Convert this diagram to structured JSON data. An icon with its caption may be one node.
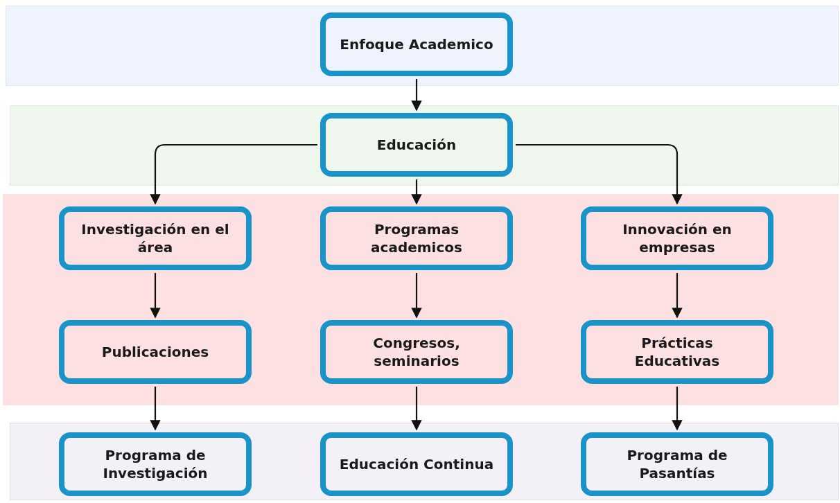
{
  "diagram": {
    "nodes": [
      {
        "text": [
          "Enfoque Academico"
        ]
      },
      {
        "text": [
          "Educación"
        ]
      },
      {
        "text": [
          "Investigación en el área"
        ]
      },
      {
        "text": [
          "Programas academicos"
        ]
      },
      {
        "text": [
          "Innovación en empresas"
        ]
      },
      {
        "text": [
          "Publicaciones"
        ]
      },
      {
        "text": [
          "Congresos, seminarios"
        ]
      },
      {
        "text": [
          "Prácticas Educativas"
        ]
      },
      {
        "text": [
          "Programa de Investigación"
        ]
      },
      {
        "text": [
          "Educación Continua"
        ]
      },
      {
        "text": [
          "Programa de Pasantías"
        ]
      }
    ],
    "edges": [
      {
        "from": 0,
        "to": 1,
        "arrow": "to"
      },
      {
        "from": 1,
        "to": 2,
        "arrow": "to"
      },
      {
        "from": 1,
        "to": 3,
        "arrow": "to"
      },
      {
        "from": 1,
        "to": 4,
        "arrow": "to"
      },
      {
        "from": 2,
        "to": 5,
        "arrow": "to"
      },
      {
        "from": 3,
        "to": 6,
        "arrow": "to"
      },
      {
        "from": 4,
        "to": 7,
        "arrow": "to"
      },
      {
        "from": 5,
        "to": 8,
        "arrow": "to"
      },
      {
        "from": 6,
        "to": 9,
        "arrow": "to"
      },
      {
        "from": 7,
        "to": 10,
        "arrow": "to"
      }
    ]
  }
}
